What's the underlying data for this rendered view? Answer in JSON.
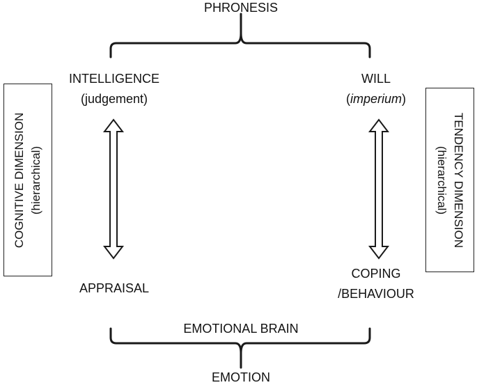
{
  "top_label": "PHRONESIS",
  "bottom_label": "EMOTION",
  "bottom_brace_label": "EMOTIONAL BRAIN",
  "left": {
    "top_line1": "INTELLIGENCE",
    "top_line2": "(judgement)",
    "bottom": "APPRAISAL",
    "box_line1": "COGNITIVE  DIMENSION",
    "box_line2": "(hierarchical)"
  },
  "right": {
    "top_line1": "WILL",
    "top_line2_open": "(",
    "top_line2_em": "imperium",
    "top_line2_close": ")",
    "bottom_line1": "COPING",
    "bottom_line2": "/BEHAVIOUR",
    "box_line1": "TENDENCY  DIMENSION",
    "box_line2": "(hierarchical)"
  },
  "colors": {
    "stroke": "#1a1a1a",
    "text": "#111111",
    "background": "#ffffff"
  }
}
